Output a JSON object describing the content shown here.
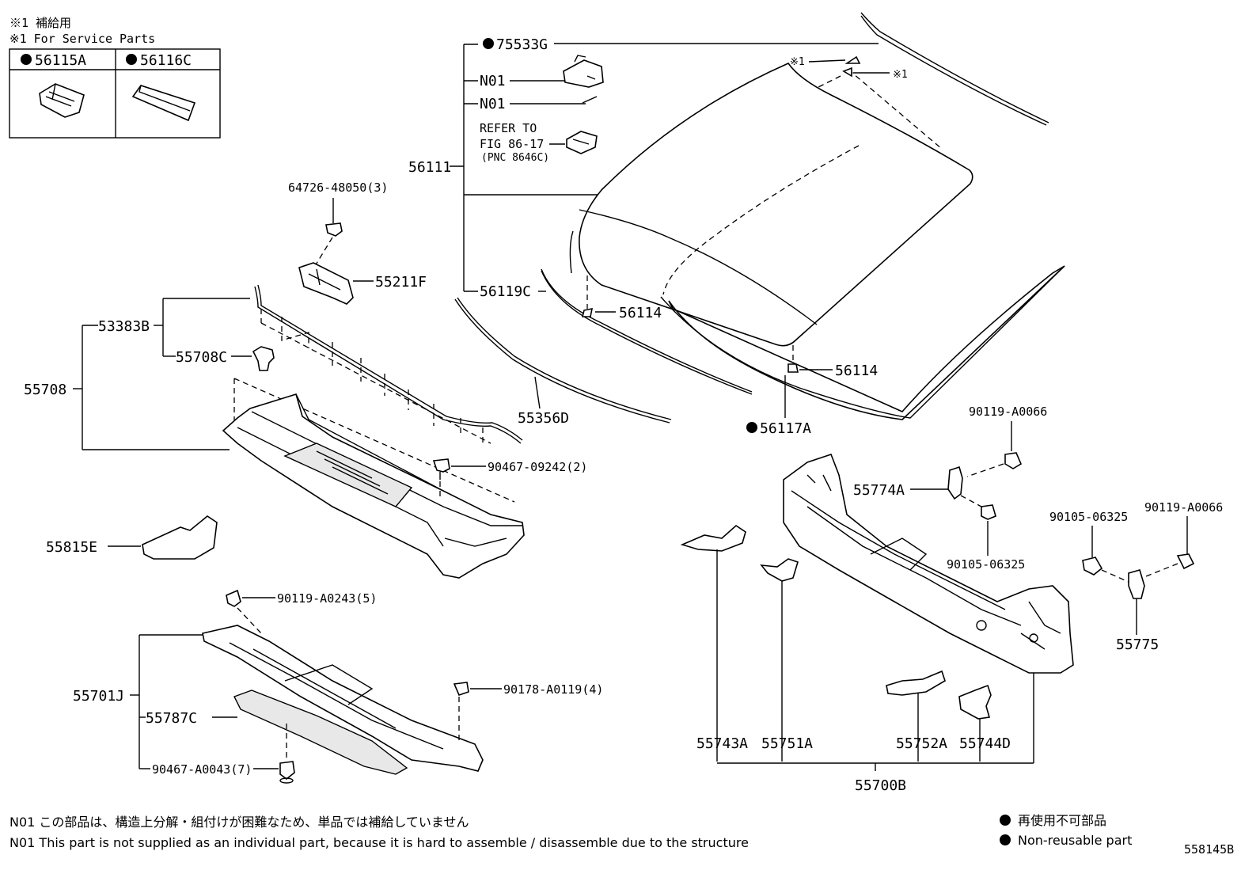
{
  "header": {
    "jp": "※1 補給用",
    "en": "※1 For Service Parts"
  },
  "service_parts": [
    {
      "label": "56115A",
      "icon": "bullet-icon"
    },
    {
      "label": "56116C",
      "icon": "bullet-icon"
    }
  ],
  "callouts": {
    "p75533G": "75533G",
    "n01a": "N01",
    "n01b": "N01",
    "refer1": "REFER TO",
    "refer2": "FIG 86-17",
    "refer3": "(PNC 8646C)",
    "p56111": "56111",
    "p56119C": "56119C",
    "p56114a": "56114",
    "p56114b": "56114",
    "p56117A": "56117A",
    "p55356D": "55356D",
    "mark1a": "※1",
    "mark1b": "※1",
    "p6472648050": "64726-48050(3)",
    "p55211F": "55211F",
    "p53383B": "53383B",
    "p55708C": "55708C",
    "p55708": "55708",
    "p9046709242": "90467-09242(2)",
    "p55815E": "55815E",
    "p90119A0243": "90119-A0243(5)",
    "p55701J": "55701J",
    "p55787C": "55787C",
    "p90178A0119": "90178-A0119(4)",
    "p90467A0043": "90467-A0043(7)",
    "p90119A0066a": "90119-A0066",
    "p55774A": "55774A",
    "p9010506325a": "90105-06325",
    "p9010506325b": "90105-06325",
    "p90119A0066b": "90119-A0066",
    "p55775": "55775",
    "p55743A": "55743A",
    "p55751A": "55751A",
    "p55752A": "55752A",
    "p55744D": "55744D",
    "p55700B": "55700B"
  },
  "footer": {
    "note_jp": "N01 この部品は、構造上分解・組付けが困難なため、単品では補給していません",
    "note_en": "N01 This part is not supplied as an individual part, because it is hard to assemble / disassemble due to the structure",
    "legend_jp": "再使用不可部品",
    "legend_en": "Non-reusable part",
    "figure_id": "558145B"
  }
}
